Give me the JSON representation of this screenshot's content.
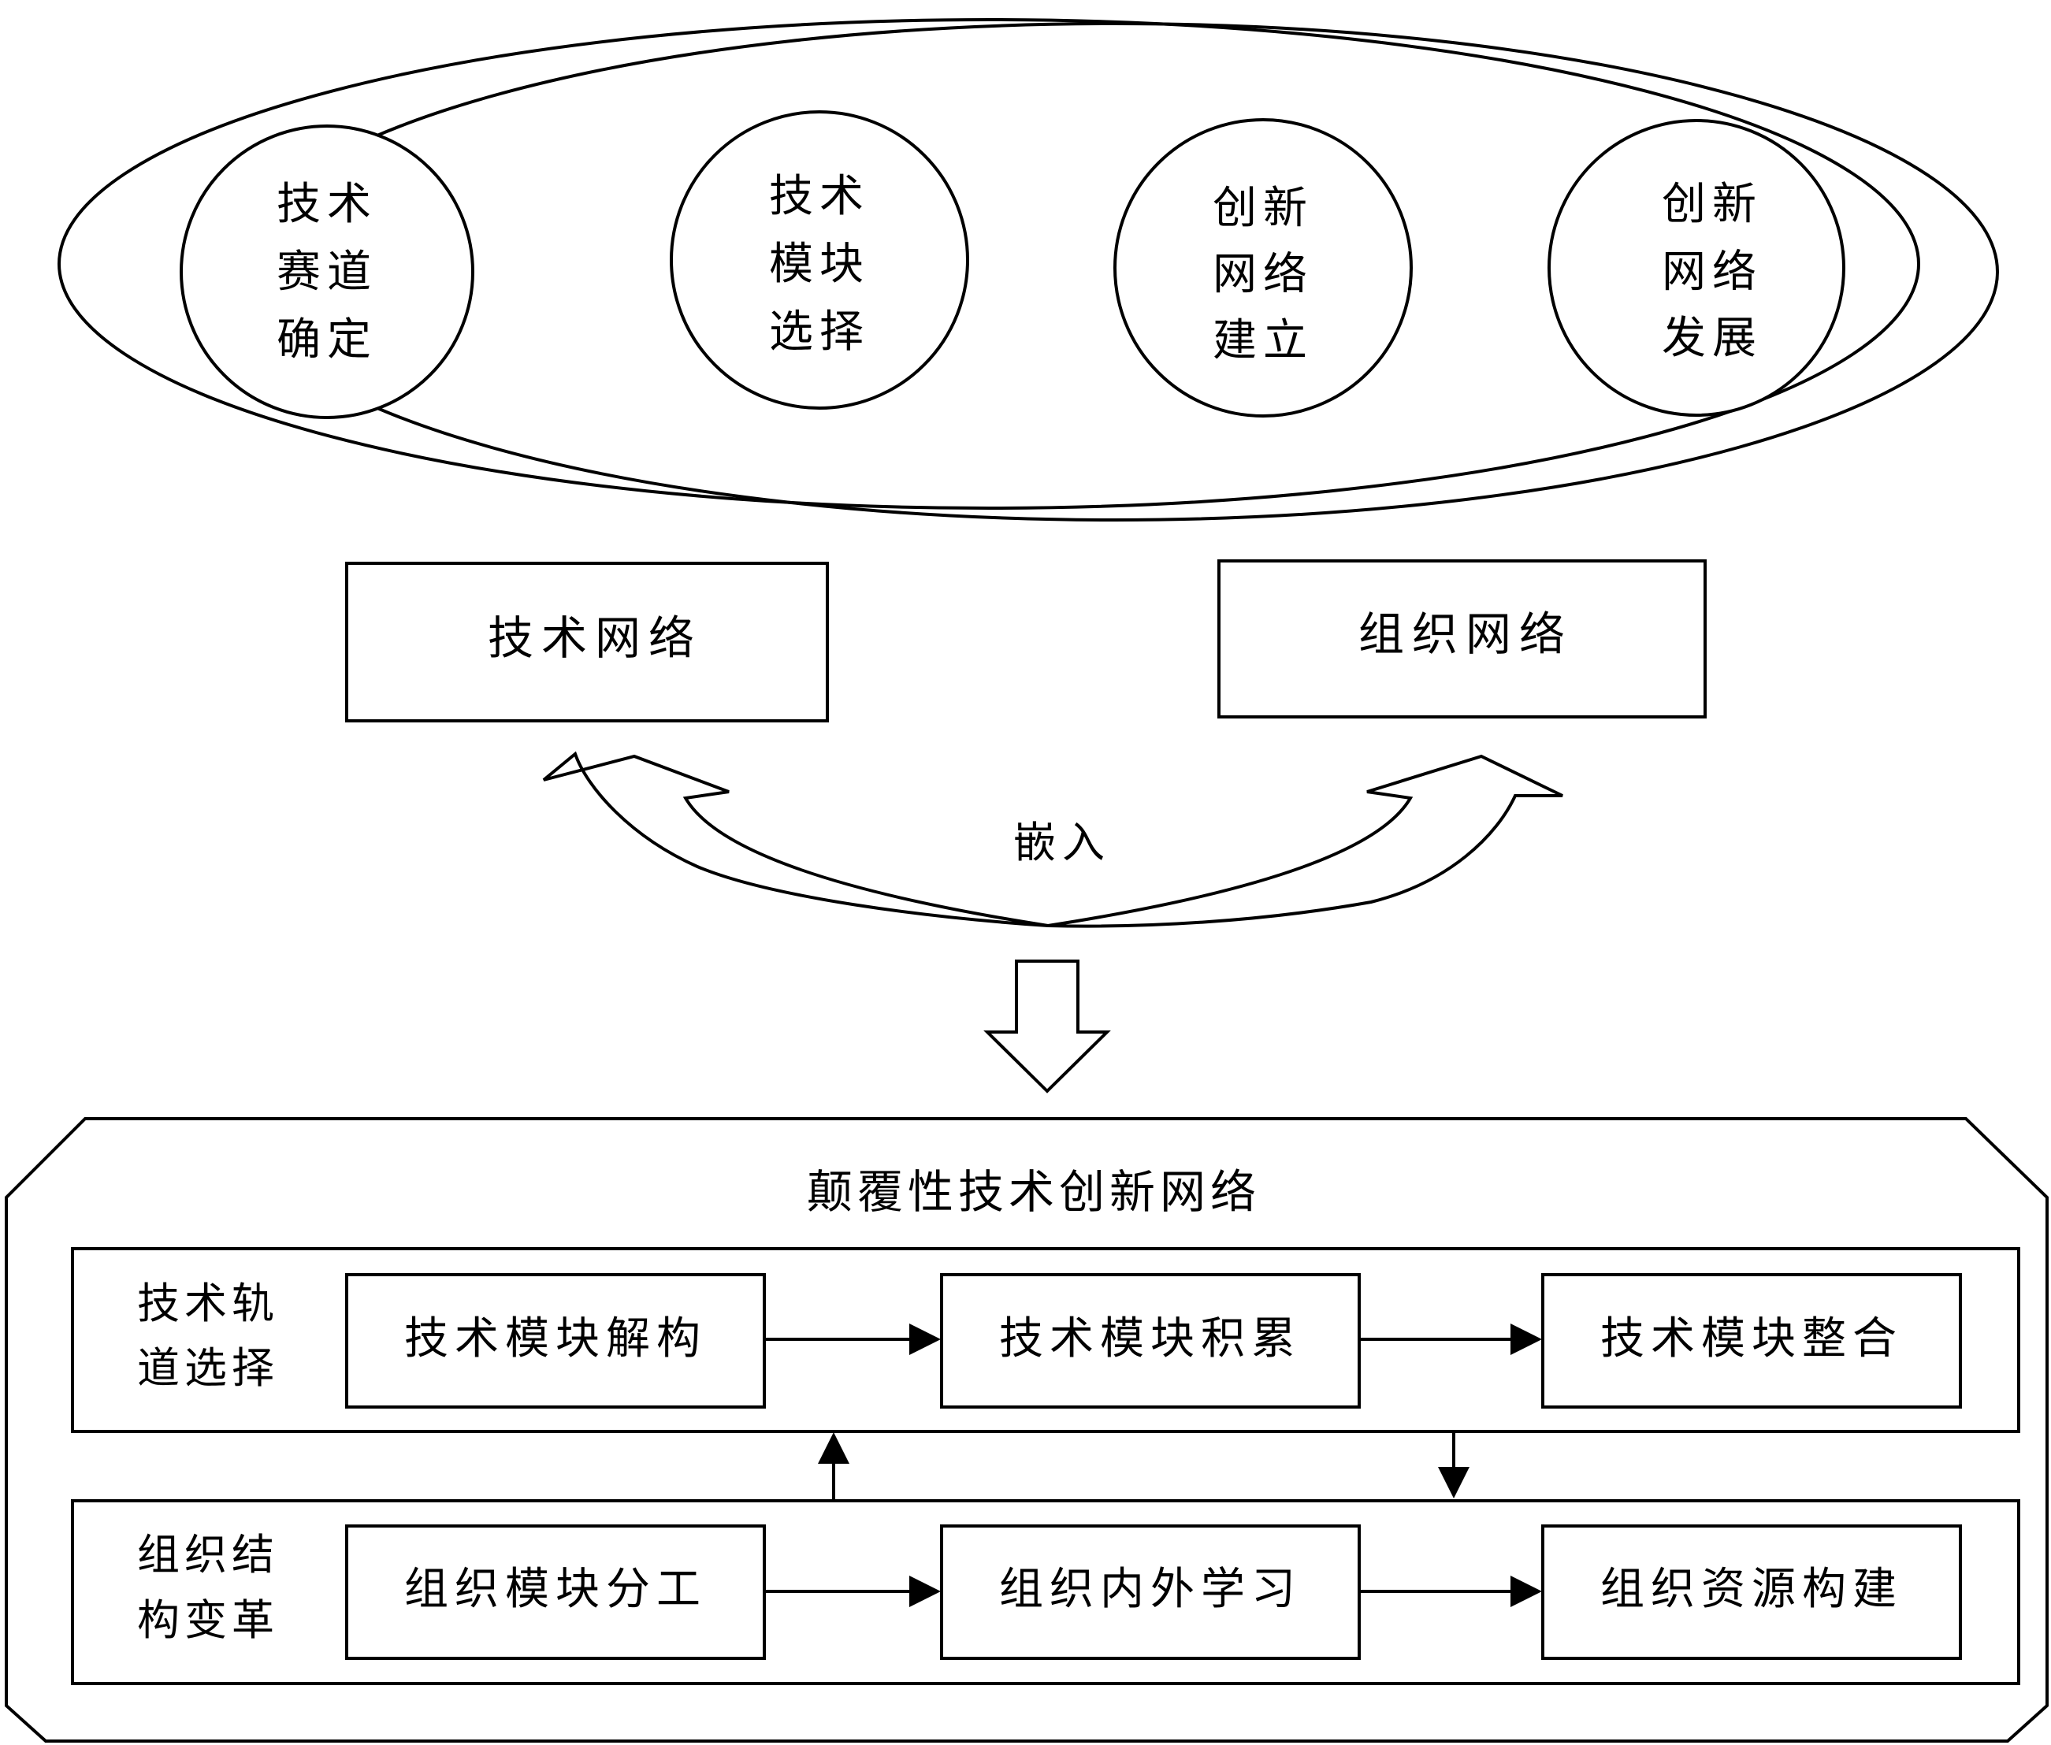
{
  "phases": [
    {
      "lines": [
        "技术",
        "赛道",
        "确定"
      ]
    },
    {
      "lines": [
        "技术",
        "模块",
        "选择"
      ]
    },
    {
      "lines": [
        "创新",
        "网络",
        "建立"
      ]
    },
    {
      "lines": [
        "创新",
        "网络",
        "发展"
      ]
    }
  ],
  "networks": {
    "technology": "技术网络",
    "organization": "组织网络"
  },
  "embed_label": "嵌入",
  "innovation_network": {
    "title": "颠覆性技术创新网络",
    "tech_row": {
      "label_lines": [
        "技术轨",
        "道选择"
      ],
      "steps": [
        "技术模块解构",
        "技术模块积累",
        "技术模块整合"
      ]
    },
    "org_row": {
      "label_lines": [
        "组织结",
        "构变革"
      ],
      "steps": [
        "组织模块分工",
        "组织内外学习",
        "组织资源构建"
      ]
    }
  }
}
